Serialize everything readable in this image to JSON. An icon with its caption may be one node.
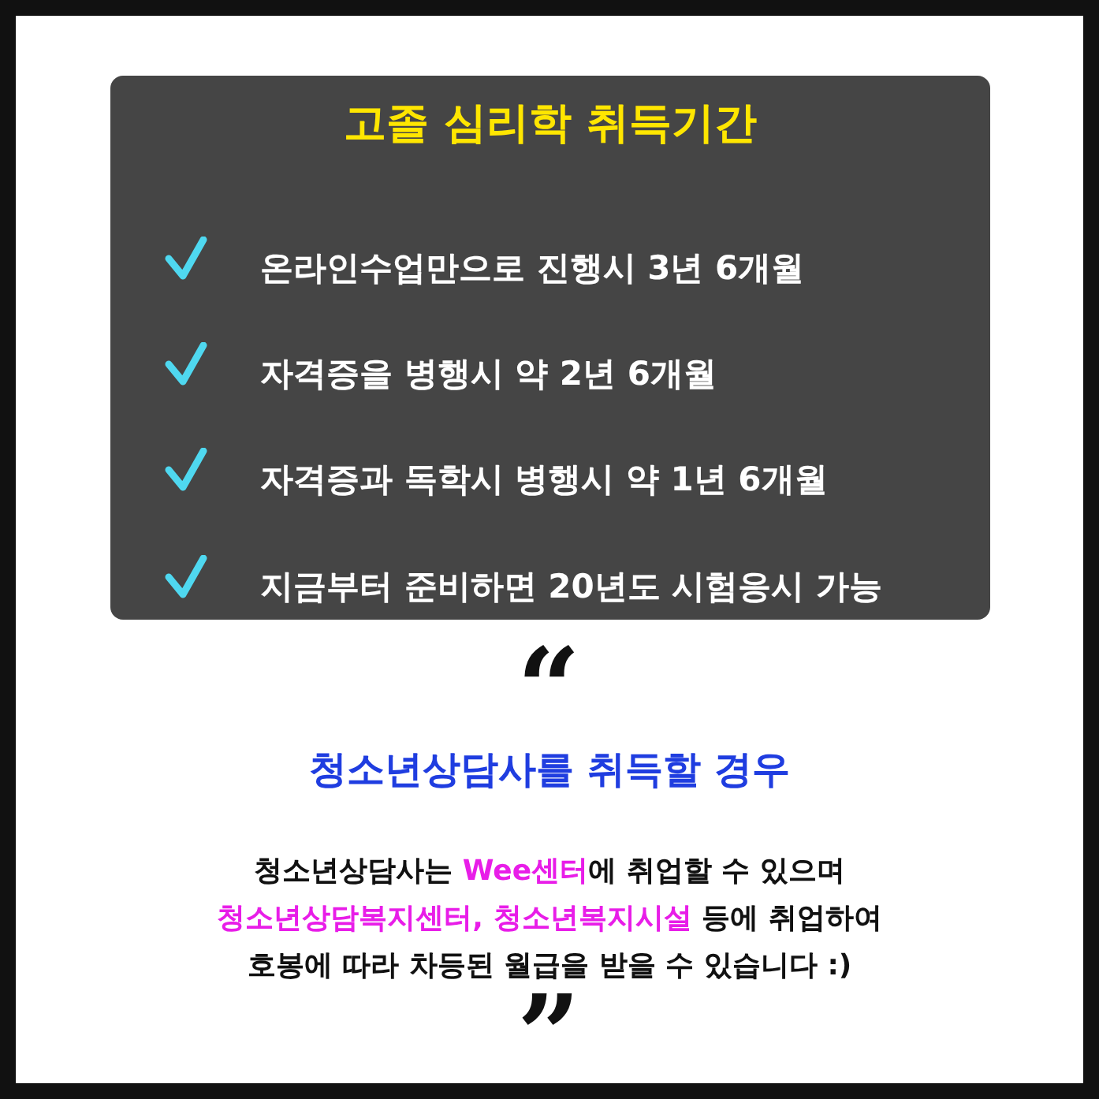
{
  "diagram": {
    "nodes": [
      {
        "text": [
          "고졸 심리학 취득기간",
          "온라인수업만으로 진행시 3년 6개월",
          "자격증을 병행시 약 2년 6개월",
          "자격증과 독학시 병행시 약 1년 6개월",
          "지금부터 준비하면 20년도 시험응시 가능"
        ]
      }
    ],
    "labels": [
      "“",
      "청소년상담사를 취득할 경우",
      "청소년상담사는 **Wee센터**에 취업할 수 있으며",
      "**청소년상담복지센터, 청소년복지시설** 등에 취업하여",
      "호봉에 따라 차등된 월급을 받을 수 있습니다 :)",
      "”"
    ]
  }
}
